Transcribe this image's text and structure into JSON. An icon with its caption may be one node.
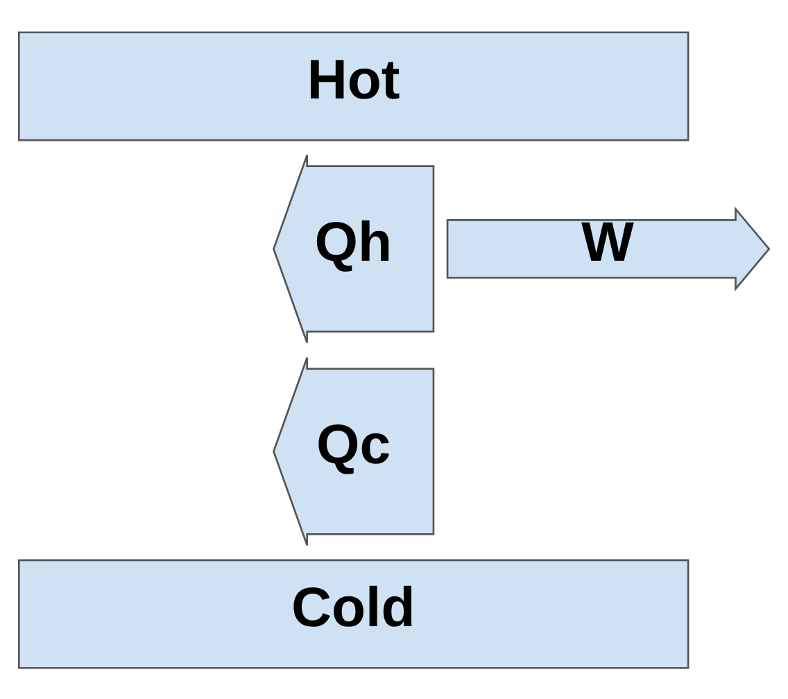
{
  "diagram": {
    "nodes": [
      {
        "text": [
          "Hot"
        ]
      },
      {
        "text": [
          "Qh"
        ]
      },
      {
        "text": [
          "W"
        ]
      },
      {
        "text": [
          "Qc"
        ]
      },
      {
        "text": [
          "Cold"
        ]
      }
    ]
  }
}
